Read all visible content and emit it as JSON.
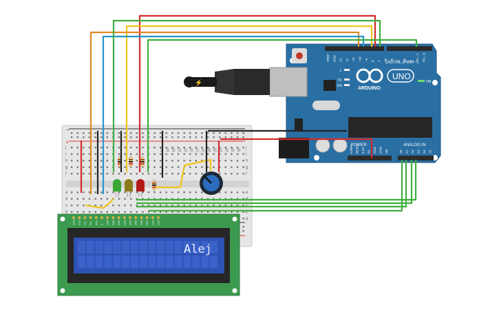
{
  "arduino": {
    "brand": "ARDUINO",
    "model": "UNO",
    "digital_label": "DIGITAL (PWM ~)",
    "analog_label": "ANALOG IN",
    "power_label": "POWER",
    "on_label": "ON",
    "l_label": "L",
    "tx_label": "TX",
    "rx_label": "RX",
    "digital_pins": [
      "AREF",
      "GND",
      "13",
      "12",
      "~11",
      "~10",
      "~9",
      "8",
      "7",
      "~6",
      "~5",
      "4",
      "~3",
      "2",
      "TX→1",
      "RX←0"
    ],
    "power_pins": [
      "IOREF",
      "RESET",
      "3.3V",
      "5V",
      "GND",
      "GND",
      "Vin"
    ],
    "analog_pins": [
      "A0",
      "A1",
      "A2",
      "A3",
      "A4",
      "A5"
    ]
  },
  "breadboard": {
    "row_letters_top": [
      "j",
      "i",
      "h",
      "g",
      "f"
    ],
    "row_letters_bottom": [
      "e",
      "d",
      "c",
      "b",
      "a"
    ],
    "column_numbers": [
      "17",
      "18",
      "19",
      "20",
      "21",
      "22",
      "23",
      "24",
      "25",
      "26",
      "27",
      "28",
      "29",
      "30"
    ],
    "rail_minus": "−",
    "rail_plus": "+"
  },
  "lcd": {
    "display_text": "Alej",
    "pin_labels": [
      "GND",
      "VCC",
      "V0",
      "RS",
      "RW",
      "E",
      "DB0",
      "DB1",
      "DB2",
      "DB3",
      "DB4",
      "DB5",
      "DB6",
      "DB7",
      "LED",
      "LED"
    ],
    "rows": 2,
    "cols": 16
  },
  "leds": [
    {
      "color": "#3aa835"
    },
    {
      "color": "#8d7a1a"
    },
    {
      "color": "#b51a1a"
    }
  ],
  "colors": {
    "arduino_board": "#2a6fa3",
    "wire_red": "#d42a2a",
    "wire_orange": "#e08a22",
    "wire_blue": "#2196c8",
    "wire_green": "#3fae3f",
    "wire_yellow": "#f0c419",
    "wire_black": "#222222",
    "lcd_pcb": "#3c9a4f",
    "lcd_screen": "#2f53b5"
  }
}
